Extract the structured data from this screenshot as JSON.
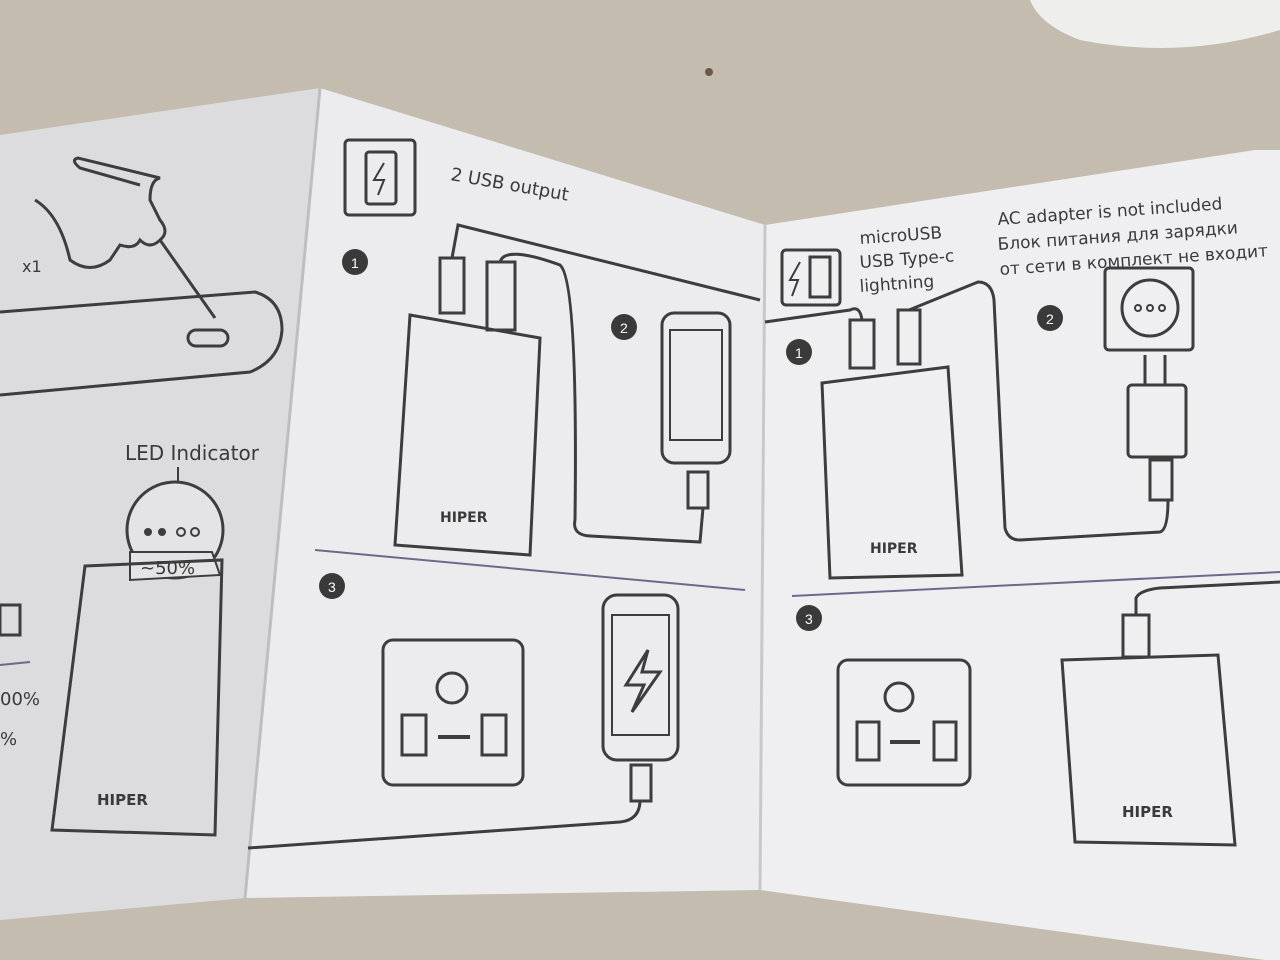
{
  "left_panel": {
    "press_count": "x1",
    "led_label": "LED Indicator",
    "led_level": "~50%",
    "brand": "HIPER",
    "edge_fragments": [
      "00%",
      "%"
    ]
  },
  "middle_panel": {
    "title": "2 USB output",
    "steps": [
      "1",
      "2",
      "3"
    ],
    "brand": "HIPER"
  },
  "right_panel": {
    "cable_types": [
      "microUSB",
      "USB Type-c",
      "lightning"
    ],
    "adapter_note_en": "AC adapter is not included",
    "adapter_note_ru": [
      "Блок питания для зарядки",
      "от сети в комплект не входит"
    ],
    "steps": [
      "1",
      "2",
      "3"
    ],
    "brand": "HIPER"
  },
  "colors": {
    "background": "#bfb6a8",
    "paper": "#e9e9eb",
    "paper_shadow": "#d6d6da",
    "ink": "#3d3d3d",
    "divider": "#6c6a8a"
  }
}
